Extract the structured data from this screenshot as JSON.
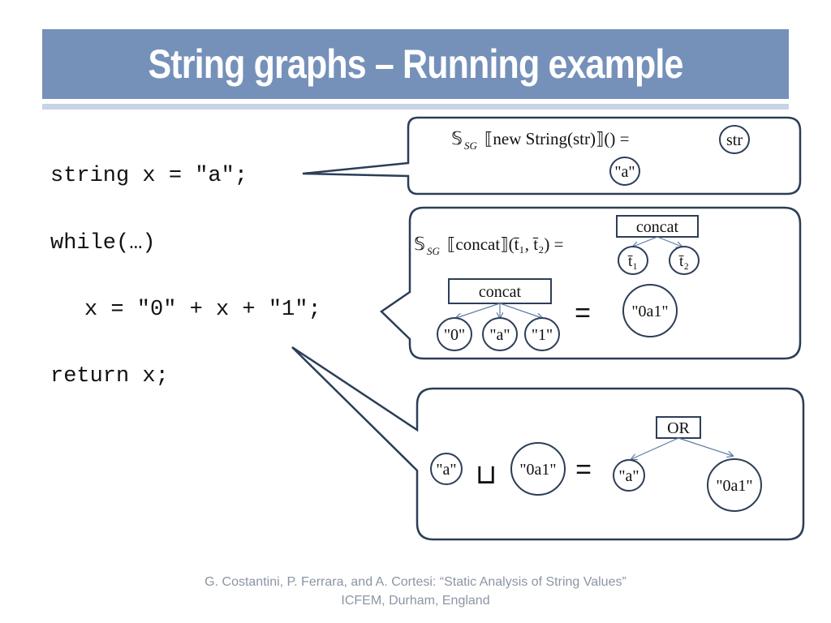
{
  "slide": {
    "title": "String graphs – Running example",
    "code": {
      "line1": "string x = \"a\";",
      "line2": "while(…)",
      "line3": "x = \"0\" + x + \"1\";",
      "line4": "return x;"
    },
    "bubble_new_string": {
      "formula_prefix": "𝕊",
      "formula_sub": "SG",
      "formula_body": "⟦new String(str)⟧() =",
      "str_node": "str",
      "a_node": "\"a\""
    },
    "bubble_concat": {
      "formula_prefix": "𝕊",
      "formula_sub": "SG",
      "formula_body": "⟦concat⟧(t̄₁, t̄₂) =",
      "concat_node_top": "concat",
      "t1_node": "t̄₁",
      "t2_node": "t̄₂",
      "concat_node_bottom": "concat",
      "child_0": "\"0\"",
      "child_a": "\"a\"",
      "child_1": "\"1\"",
      "equals": "=",
      "result_node": "\"0a1\""
    },
    "bubble_join": {
      "left_node": "\"a\"",
      "join_symbol": "⊔",
      "right_node": "\"0a1\"",
      "equals": "=",
      "or_node": "OR",
      "or_left": "\"a\"",
      "or_right": "\"0a1\""
    },
    "footer": {
      "line1": "G. Costantini, P. Ferrara, and A. Cortesi: “Static Analysis of String Values”",
      "line2": "ICFEM, Durham, England"
    },
    "colors": {
      "title_bar": "#7591ba",
      "title_rule": "#c7d3e6",
      "bubble_stroke": "#2c3e57",
      "arrow": "#5a7aa6"
    }
  }
}
